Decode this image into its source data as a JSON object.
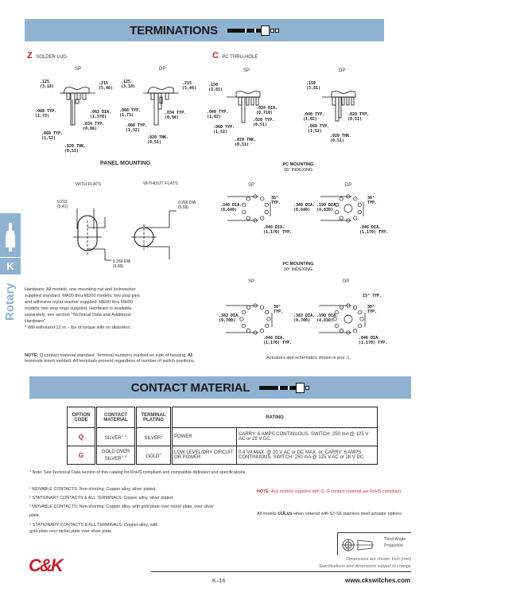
{
  "terminations": {
    "title": "TERMINATIONS",
    "z": {
      "code": "Z",
      "label": "SOLDER LUG"
    },
    "c": {
      "code": "C",
      "label": "PC THRU-HOLE"
    },
    "sp": "SP",
    "dp": "DP",
    "z_sp_dims": [
      ".125\n(3,18)",
      ".215\n(5,46)",
      ".068 TYP.\n(1,73)",
      ".062 DIA.\n(1,570)",
      ".034 TYP.\n(0,86)",
      ".060 TYP.\n(1,52)",
      ".020 THK.\n(0,51)"
    ],
    "z_dp_dims": [
      ".125\n(3,18)",
      ".215\n(5,46)",
      ".068 TYP.\n(1,73)",
      ".034 TYP.\n(0,86)",
      ".060 TYP.\n(1,52)",
      ".020 THK.\n(0,51)"
    ],
    "c_sp_dims": [
      ".150\n(3,81)",
      ".028 DIA.\n(0,710)",
      ".040 TYP.\n(1,02)",
      ".020 TYP.\n(0,51)",
      ".060 TYP.\n(1,52)",
      ".020 THK.\n(0,51)"
    ],
    "c_dp_dims": [
      ".150\n(3,81)",
      ".040 TYP.\n(1,02)",
      ".020 TYP.\n(0,51)",
      ".060 TYP.\n(1,52)",
      ".020 THK.\n(0,51)"
    ]
  },
  "panel": {
    "title": "PANEL MOUNTING",
    "with_flats": "WITH FLATS",
    "without_flats": "WITHOUT FLATS",
    "dim1": "0.213\n(5.41)",
    "dim2": "0.260 DIA\n(6.59)",
    "dim3": "0.260 DIA\n(6.60)"
  },
  "pc36": {
    "title": "PC MOUNTING",
    "sub": "36° INDEXING",
    "sp": "SP",
    "dp": "DP",
    "sp_dia": ".340 DIA.\n(8,640)",
    "angle": "36°\nTYP.",
    "hole": ".046 DIA.\n(1,170) TYP.",
    "dp_inner": ".190 DIA.\n(4,830)"
  },
  "pc30": {
    "title": "PC MOUNTING",
    "sub": "30° INDEXING",
    "sp": "SP",
    "dp": "DP",
    "sp_dia": ".382 DIA.\n(9,700)",
    "angle": "30°\nTYP.",
    "hole": ".046 DIA.\n(1,170) TYP.",
    "dp_inner": ".190 DIA.\n(4,830)",
    "offset": "15° TYP."
  },
  "side": {
    "letter": "K",
    "section": "Rotary"
  },
  "hardware": "Hardware: All models, one mounting nut and lockwasher supplied standard. MA00 thru MD00 models: two stop pins and adhesive mylar washer supplied. ME00 thru MH00 models: two stop rings supplied. Hardware is available separately, see section “Technical Data and Additional Hardware”.",
  "torque": "* Will withstand 12 in. - lbs of torque with no distortion.",
  "note1": {
    "label": "NOTE:",
    "text": " Q contact material standard. Terminal numbers marked on side of housing. All terminals insert molded. All terminals present regardless of number of switch positions."
  },
  "actuators": "Actuators and schematics shown in pos. 1.",
  "contact": {
    "title": "CONTACT MATERIAL",
    "headers": [
      "OPTION CODE",
      "CONTACT MATERIAL",
      "TERMINAL PLATING",
      "RATING"
    ],
    "rows": [
      {
        "code": "Q",
        "material": "SILVER",
        "mat_sup": "1, 2",
        "plating": "SILVER",
        "plat_sup": "2",
        "type": "POWER",
        "rating": "CARRY: 6 AMPS CONTINUOUS. SWITCH: 250 mA @ 125 V AC or 28 V DC."
      },
      {
        "code": "G",
        "material": "GOLD OVER SILVER",
        "mat_sup": "3, 4",
        "plating": "GOLD",
        "plat_sup": "4",
        "type": "LOW LEVEL/DRY CIRCUIT OR POWER",
        "rating": "0.4 VA MAX. @ 20 V AC or DC MAX. or, CARRY: 6 AMPS CONTINUOUS. SWITCH: 250 mA @ 125 V AC or 28 V DC."
      }
    ]
  },
  "rohs_note": "* Note: See Technical Data section of this catalog for RoHS compliant and compatible definition and specifications.",
  "footnotes": [
    "¹ MOVABLE CONTACTS: Non-shorting: Copper alloy, silver plated.",
    "² STATIONARY CONTACTS & ALL TERMINALS: Copper alloy, silver plated.",
    "³ MOVABLE CONTACTS: Non-shorting: Copper alloy, with gold plate over nickel plate, over silver plate.",
    "⁴ STATIONARY CONTACTS & ALL TERMINALS: Copper alloy, with gold plate over nickel plate over silver plate."
  ],
  "rohs_red": {
    "label": "NOTE:",
    "text": " Any models supplied with Q, G contact material are RoHS compliant."
  },
  "ul": {
    "pre": "All models",
    "mark": "cULus",
    "post": "when ordered with S1-S6 stainless steel actuator options."
  },
  "projection": "Third Angle Projection",
  "dims_note": "Dimensions are shown: Inch (mm)",
  "spec_note": "Specifications and dimensions subject to change",
  "logo": "C&K",
  "page": "K–16",
  "url": "www.ckswitches.com"
}
